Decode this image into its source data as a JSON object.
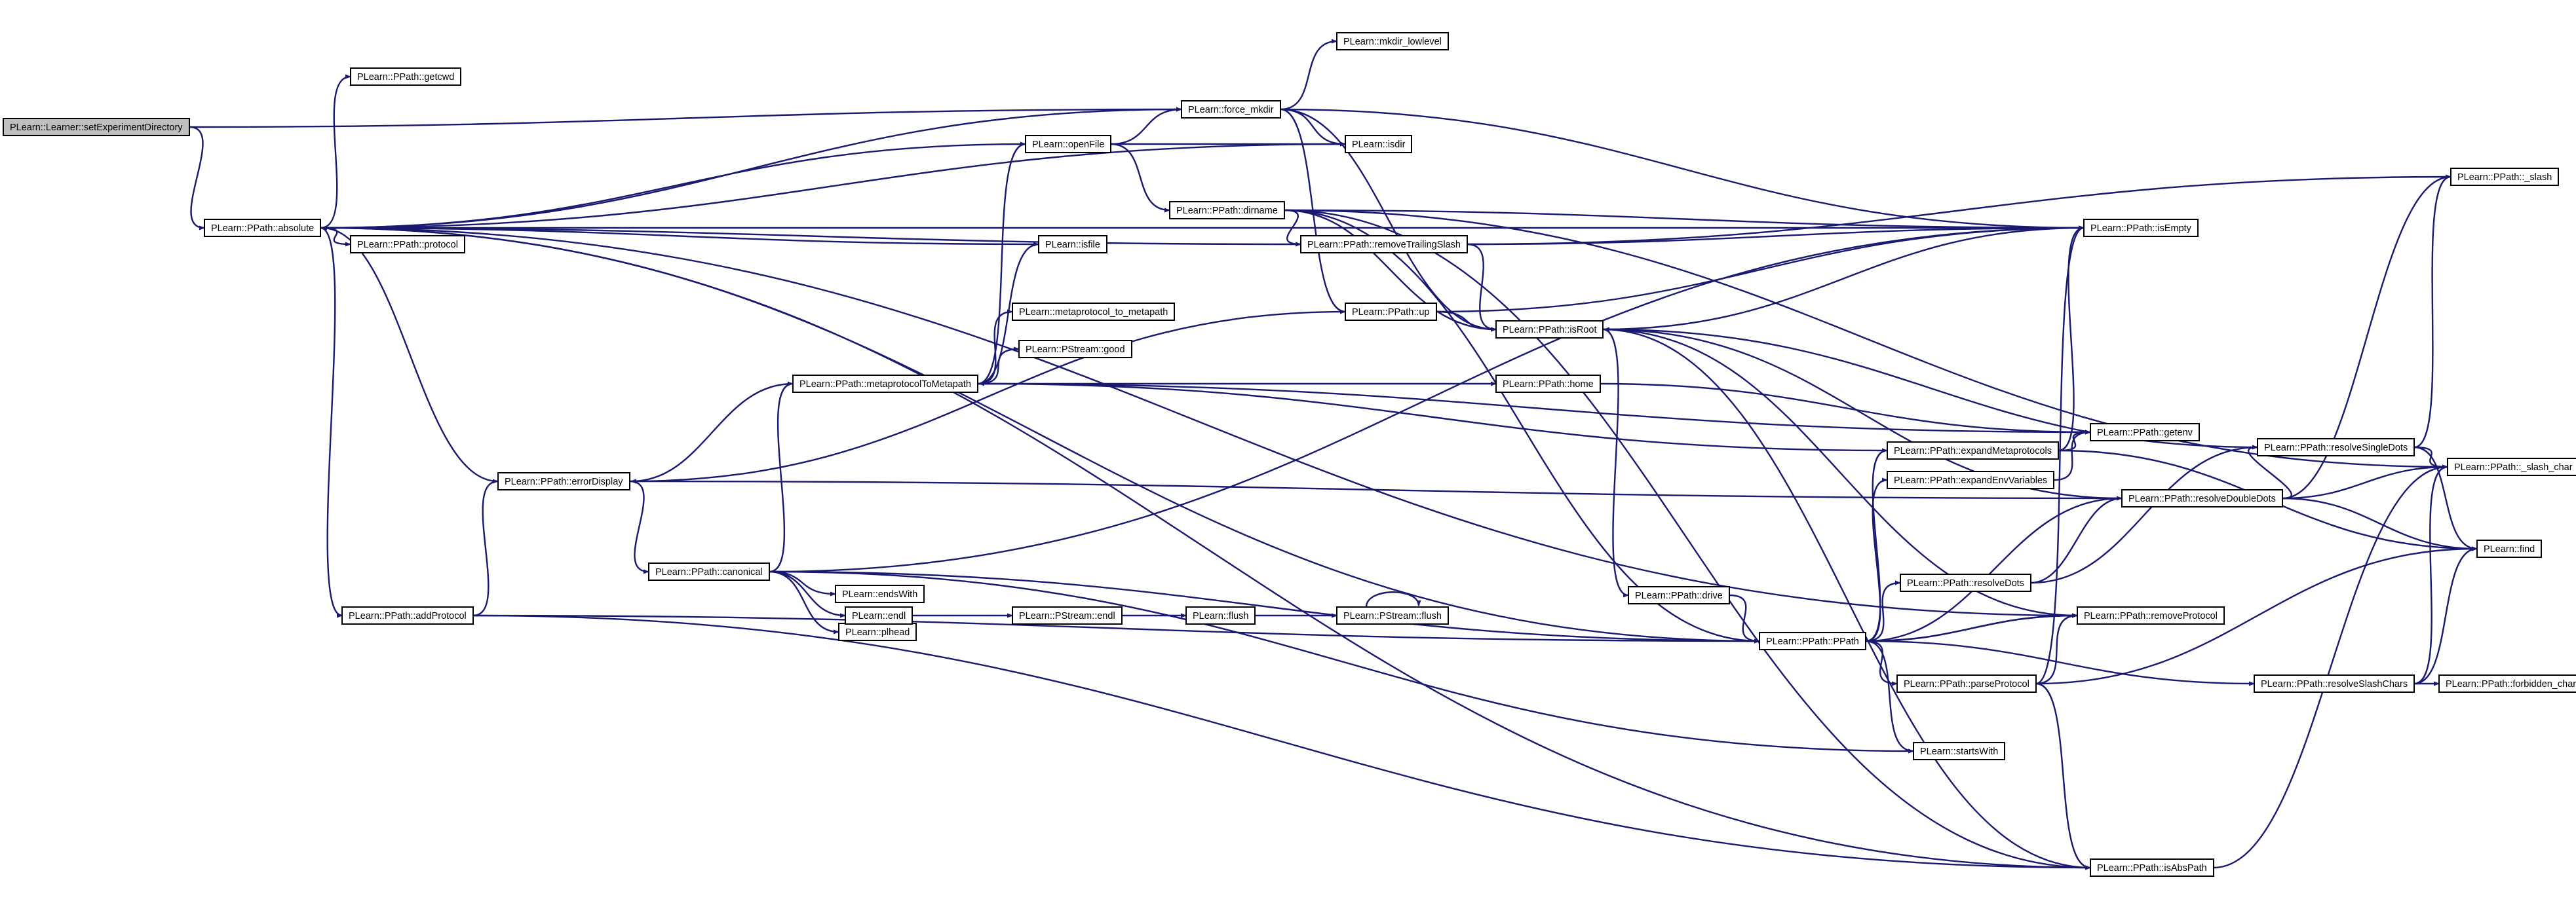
{
  "graph": {
    "root": "n_root",
    "nodes": [
      {
        "id": "n_root",
        "label": "PLearn::Learner::setExperimentDirectory"
      },
      {
        "id": "n_absolute",
        "label": "PLearn::PPath::absolute"
      },
      {
        "id": "n_getcwd",
        "label": "PLearn::PPath::getcwd"
      },
      {
        "id": "n_protocol",
        "label": "PLearn::PPath::protocol"
      },
      {
        "id": "n_errorDisplay",
        "label": "PLearn::PPath::errorDisplay"
      },
      {
        "id": "n_addProtocol",
        "label": "PLearn::PPath::addProtocol"
      },
      {
        "id": "n_canonical",
        "label": "PLearn::PPath::canonical"
      },
      {
        "id": "n_m2m",
        "label": "PLearn::PPath::metaprotocolToMetapath"
      },
      {
        "id": "n_isfile",
        "label": "PLearn::isfile"
      },
      {
        "id": "n_mp2mp",
        "label": "PLearn::metaprotocol_to_metapath"
      },
      {
        "id": "n_psgood",
        "label": "PLearn::PStream::good"
      },
      {
        "id": "n_openFile",
        "label": "PLearn::openFile"
      },
      {
        "id": "n_forcemkdir",
        "label": "PLearn::force_mkdir"
      },
      {
        "id": "n_mkdirlow",
        "label": "PLearn::mkdir_lowlevel"
      },
      {
        "id": "n_isdir",
        "label": "PLearn::isdir"
      },
      {
        "id": "n_dirname",
        "label": "PLearn::PPath::dirname"
      },
      {
        "id": "n_removeTS",
        "label": "PLearn::PPath::removeTrailingSlash"
      },
      {
        "id": "n_up",
        "label": "PLearn::PPath::up"
      },
      {
        "id": "n_isRoot",
        "label": "PLearn::PPath::isRoot"
      },
      {
        "id": "n_home",
        "label": "PLearn::PPath::home"
      },
      {
        "id": "n_endsWith",
        "label": "PLearn::endsWith"
      },
      {
        "id": "n_plhead",
        "label": "PLearn::plhead"
      },
      {
        "id": "n_endl",
        "label": "PLearn::endl"
      },
      {
        "id": "n_psendl",
        "label": "PLearn::PStream::endl"
      },
      {
        "id": "n_flush",
        "label": "PLearn::flush"
      },
      {
        "id": "n_psflush",
        "label": "PLearn::PStream::flush"
      },
      {
        "id": "n_drive",
        "label": "PLearn::PPath::drive"
      },
      {
        "id": "n_ppath",
        "label": "PLearn::PPath::PPath"
      },
      {
        "id": "n_isEmpty",
        "label": "PLearn::PPath::isEmpty"
      },
      {
        "id": "n_getenv",
        "label": "PLearn::PPath::getenv"
      },
      {
        "id": "n_expandMP",
        "label": "PLearn::PPath::expandMetaprotocols"
      },
      {
        "id": "n_expandEV",
        "label": "PLearn::PPath::expandEnvVariables"
      },
      {
        "id": "n_resolveDD",
        "label": "PLearn::PPath::resolveDoubleDots"
      },
      {
        "id": "n_resolveDots",
        "label": "PLearn::PPath::resolveDots"
      },
      {
        "id": "n_removeProt",
        "label": "PLearn::PPath::removeProtocol"
      },
      {
        "id": "n_parseProt",
        "label": "PLearn::PPath::parseProtocol"
      },
      {
        "id": "n_startsWith",
        "label": "PLearn::startsWith"
      },
      {
        "id": "n_isAbsPath",
        "label": "PLearn::PPath::isAbsPath"
      },
      {
        "id": "n_resolveSD",
        "label": "PLearn::PPath::resolveSingleDots"
      },
      {
        "id": "n_resolveSC",
        "label": "PLearn::PPath::resolveSlashChars"
      },
      {
        "id": "n_slash",
        "label": "PLearn::PPath::_slash"
      },
      {
        "id": "n_slashchar",
        "label": "PLearn::PPath::_slash_char"
      },
      {
        "id": "n_find",
        "label": "PLearn::find"
      },
      {
        "id": "n_forbidden",
        "label": "PLearn::PPath::forbidden_chars"
      }
    ],
    "edges": [
      [
        "n_root",
        "n_absolute"
      ],
      [
        "n_root",
        "n_forcemkdir"
      ],
      [
        "n_absolute",
        "n_getcwd"
      ],
      [
        "n_absolute",
        "n_protocol"
      ],
      [
        "n_absolute",
        "n_addProtocol"
      ],
      [
        "n_absolute",
        "n_isEmpty"
      ],
      [
        "n_absolute",
        "n_removeTS"
      ],
      [
        "n_absolute",
        "n_ppath"
      ],
      [
        "n_absolute",
        "n_isAbsPath"
      ],
      [
        "n_absolute",
        "n_removeProt"
      ],
      [
        "n_addProtocol",
        "n_errorDisplay"
      ],
      [
        "n_addProtocol",
        "n_ppath"
      ],
      [
        "n_addProtocol",
        "n_isAbsPath"
      ],
      [
        "n_errorDisplay",
        "n_absolute"
      ],
      [
        "n_errorDisplay",
        "n_canonical"
      ],
      [
        "n_canonical",
        "n_m2m"
      ],
      [
        "n_canonical",
        "n_endsWith"
      ],
      [
        "n_canonical",
        "n_plhead"
      ],
      [
        "n_canonical",
        "n_endl"
      ],
      [
        "n_canonical",
        "n_ppath"
      ],
      [
        "n_canonical",
        "n_startsWith"
      ],
      [
        "n_canonical",
        "n_isEmpty"
      ],
      [
        "n_m2m",
        "n_isfile"
      ],
      [
        "n_m2m",
        "n_mp2mp"
      ],
      [
        "n_m2m",
        "n_psgood"
      ],
      [
        "n_m2m",
        "n_openFile"
      ],
      [
        "n_m2m",
        "n_home"
      ],
      [
        "n_m2m",
        "n_getenv"
      ],
      [
        "n_m2m",
        "n_errorDisplay"
      ],
      [
        "n_isfile",
        "n_absolute"
      ],
      [
        "n_openFile",
        "n_forcemkdir"
      ],
      [
        "n_openFile",
        "n_isdir"
      ],
      [
        "n_openFile",
        "n_dirname"
      ],
      [
        "n_openFile",
        "n_absolute"
      ],
      [
        "n_forcemkdir",
        "n_mkdirlow"
      ],
      [
        "n_forcemkdir",
        "n_isdir"
      ],
      [
        "n_forcemkdir",
        "n_isEmpty"
      ],
      [
        "n_forcemkdir",
        "n_up"
      ],
      [
        "n_forcemkdir",
        "n_isRoot"
      ],
      [
        "n_forcemkdir",
        "n_absolute"
      ],
      [
        "n_isdir",
        "n_absolute"
      ],
      [
        "n_dirname",
        "n_removeTS"
      ],
      [
        "n_dirname",
        "n_isEmpty"
      ],
      [
        "n_dirname",
        "n_isRoot"
      ],
      [
        "n_dirname",
        "n_slashchar"
      ],
      [
        "n_dirname",
        "n_ppath"
      ],
      [
        "n_dirname",
        "n_isAbsPath"
      ],
      [
        "n_removeTS",
        "n_isEmpty"
      ],
      [
        "n_removeTS",
        "n_isRoot"
      ],
      [
        "n_removeTS",
        "n_slash"
      ],
      [
        "n_up",
        "n_isEmpty"
      ],
      [
        "n_up",
        "n_isRoot"
      ],
      [
        "n_up",
        "n_errorDisplay"
      ],
      [
        "n_isRoot",
        "n_isEmpty"
      ],
      [
        "n_isRoot",
        "n_drive"
      ],
      [
        "n_isRoot",
        "n_removeProt"
      ],
      [
        "n_isRoot",
        "n_isAbsPath"
      ],
      [
        "n_home",
        "n_getenv"
      ],
      [
        "n_endl",
        "n_psendl"
      ],
      [
        "n_psendl",
        "n_flush"
      ],
      [
        "n_flush",
        "n_psflush"
      ],
      [
        "n_psflush",
        "n_psflush"
      ],
      [
        "n_drive",
        "n_ppath"
      ],
      [
        "n_ppath",
        "n_expandMP"
      ],
      [
        "n_ppath",
        "n_expandEV"
      ],
      [
        "n_ppath",
        "n_resolveDD"
      ],
      [
        "n_ppath",
        "n_resolveDots"
      ],
      [
        "n_ppath",
        "n_removeProt"
      ],
      [
        "n_ppath",
        "n_parseProt"
      ],
      [
        "n_ppath",
        "n_startsWith"
      ],
      [
        "n_ppath",
        "n_resolveSC"
      ],
      [
        "n_expandMP",
        "n_isEmpty"
      ],
      [
        "n_expandMP",
        "n_getenv"
      ],
      [
        "n_expandMP",
        "n_m2m"
      ],
      [
        "n_expandMP",
        "n_find"
      ],
      [
        "n_expandEV",
        "n_getenv"
      ],
      [
        "n_resolveDD",
        "n_slash"
      ],
      [
        "n_resolveDD",
        "n_slashchar"
      ],
      [
        "n_resolveDD",
        "n_isRoot"
      ],
      [
        "n_resolveDD",
        "n_errorDisplay"
      ],
      [
        "n_resolveDD",
        "n_resolveSD"
      ],
      [
        "n_resolveDD",
        "n_find"
      ],
      [
        "n_resolveDots",
        "n_resolveDD"
      ],
      [
        "n_resolveDots",
        "n_resolveSD"
      ],
      [
        "n_resolveSD",
        "n_slash"
      ],
      [
        "n_resolveSD",
        "n_slashchar"
      ],
      [
        "n_resolveSD",
        "n_find"
      ],
      [
        "n_resolveSD",
        "n_isRoot"
      ],
      [
        "n_parseProt",
        "n_removeProt"
      ],
      [
        "n_parseProt",
        "n_isEmpty"
      ],
      [
        "n_parseProt",
        "n_find"
      ],
      [
        "n_parseProt",
        "n_isAbsPath"
      ],
      [
        "n_removeProt",
        "n_ppath"
      ],
      [
        "n_resolveSC",
        "n_slashchar"
      ],
      [
        "n_resolveSC",
        "n_find"
      ],
      [
        "n_resolveSC",
        "n_forbidden"
      ],
      [
        "n_isAbsPath",
        "n_slashchar"
      ]
    ]
  }
}
